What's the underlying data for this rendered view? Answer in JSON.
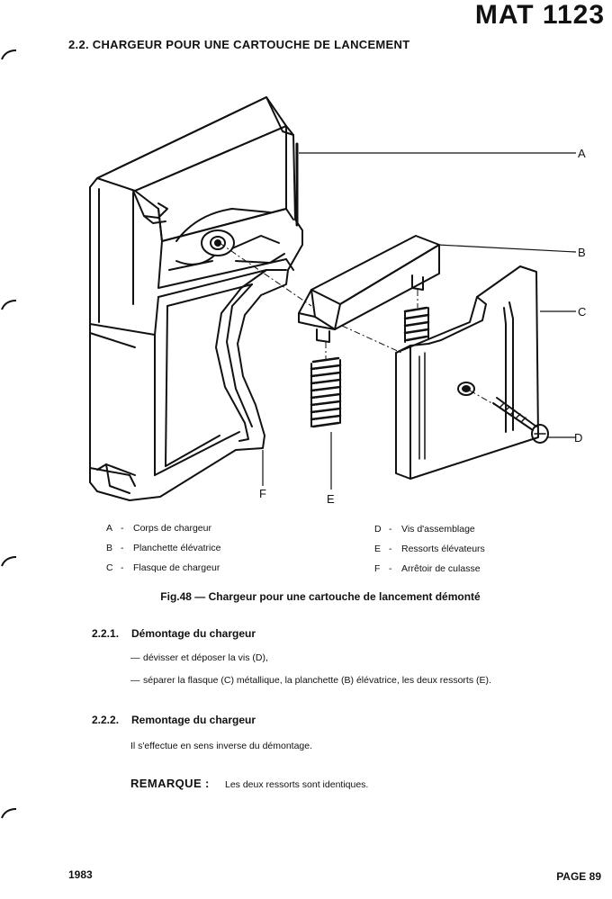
{
  "header": {
    "document_code": "MAT 1123",
    "section_heading": "2.2. CHARGEUR POUR UNE CARTOUCHE DE LANCEMENT"
  },
  "figure": {
    "callout_labels": [
      "A",
      "B",
      "C",
      "D",
      "E",
      "F"
    ],
    "legend": [
      {
        "key": "A",
        "text": "Corps de chargeur"
      },
      {
        "key": "B",
        "text": "Planchette élévatrice"
      },
      {
        "key": "C",
        "text": "Flasque de chargeur"
      },
      {
        "key": "D",
        "text": "Vis d'assemblage"
      },
      {
        "key": "E",
        "text": "Ressorts élévateurs"
      },
      {
        "key": "F",
        "text": "Arrêtoir de culasse"
      }
    ],
    "legend_dash": "-",
    "caption": "Fig.48 — Chargeur pour une cartouche de lancement démonté"
  },
  "sections": [
    {
      "number": "2.2.1.",
      "title": "Démontage du chargeur",
      "steps": [
        "dévisser et déposer la vis (D),",
        "séparer la flasque (C) métallique, la planchette (B) élévatrice, les deux ressorts (E)."
      ]
    },
    {
      "number": "2.2.2.",
      "title": "Remontage du chargeur",
      "paragraph": "Il s'effectue en sens inverse du démontage."
    }
  ],
  "step_dash": "—",
  "remark": {
    "label": "REMARQUE :",
    "text": "Les deux ressorts sont identiques."
  },
  "footer": {
    "year": "1983",
    "page": "PAGE 89"
  }
}
